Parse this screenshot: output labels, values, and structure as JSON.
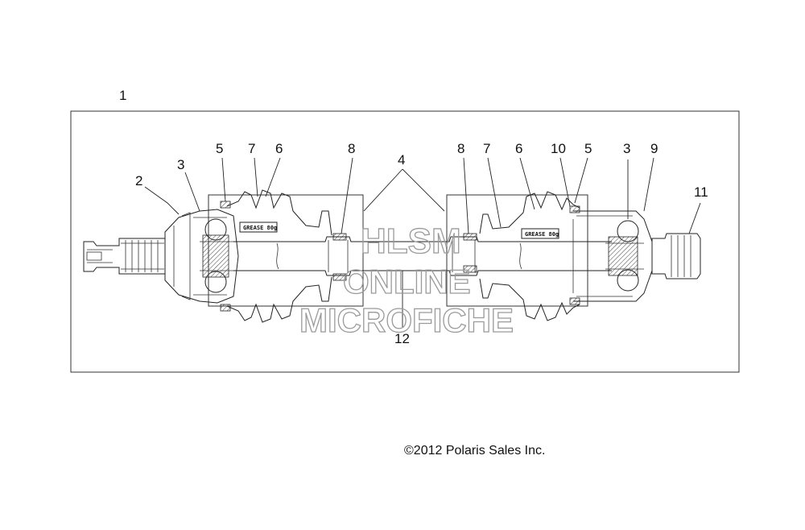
{
  "callouts": {
    "c1": "1",
    "c2": "2",
    "c3_left": "3",
    "c5_left": "5",
    "c7_left": "7",
    "c6_left": "6",
    "c8_left": "8",
    "c4": "4",
    "c8_right": "8",
    "c7_right": "7",
    "c6_right": "6",
    "c10": "10",
    "c5_right": "5",
    "c3_right": "3",
    "c9": "9",
    "c11": "11",
    "c12": "12"
  },
  "labels": {
    "grease_left": "GREASE 80g",
    "grease_right": "GREASE 80g"
  },
  "watermark": {
    "line1": "HLSM",
    "line2": "ONLINE",
    "line3": "MICROFICHE"
  },
  "copyright": "©2012 Polaris Sales Inc."
}
